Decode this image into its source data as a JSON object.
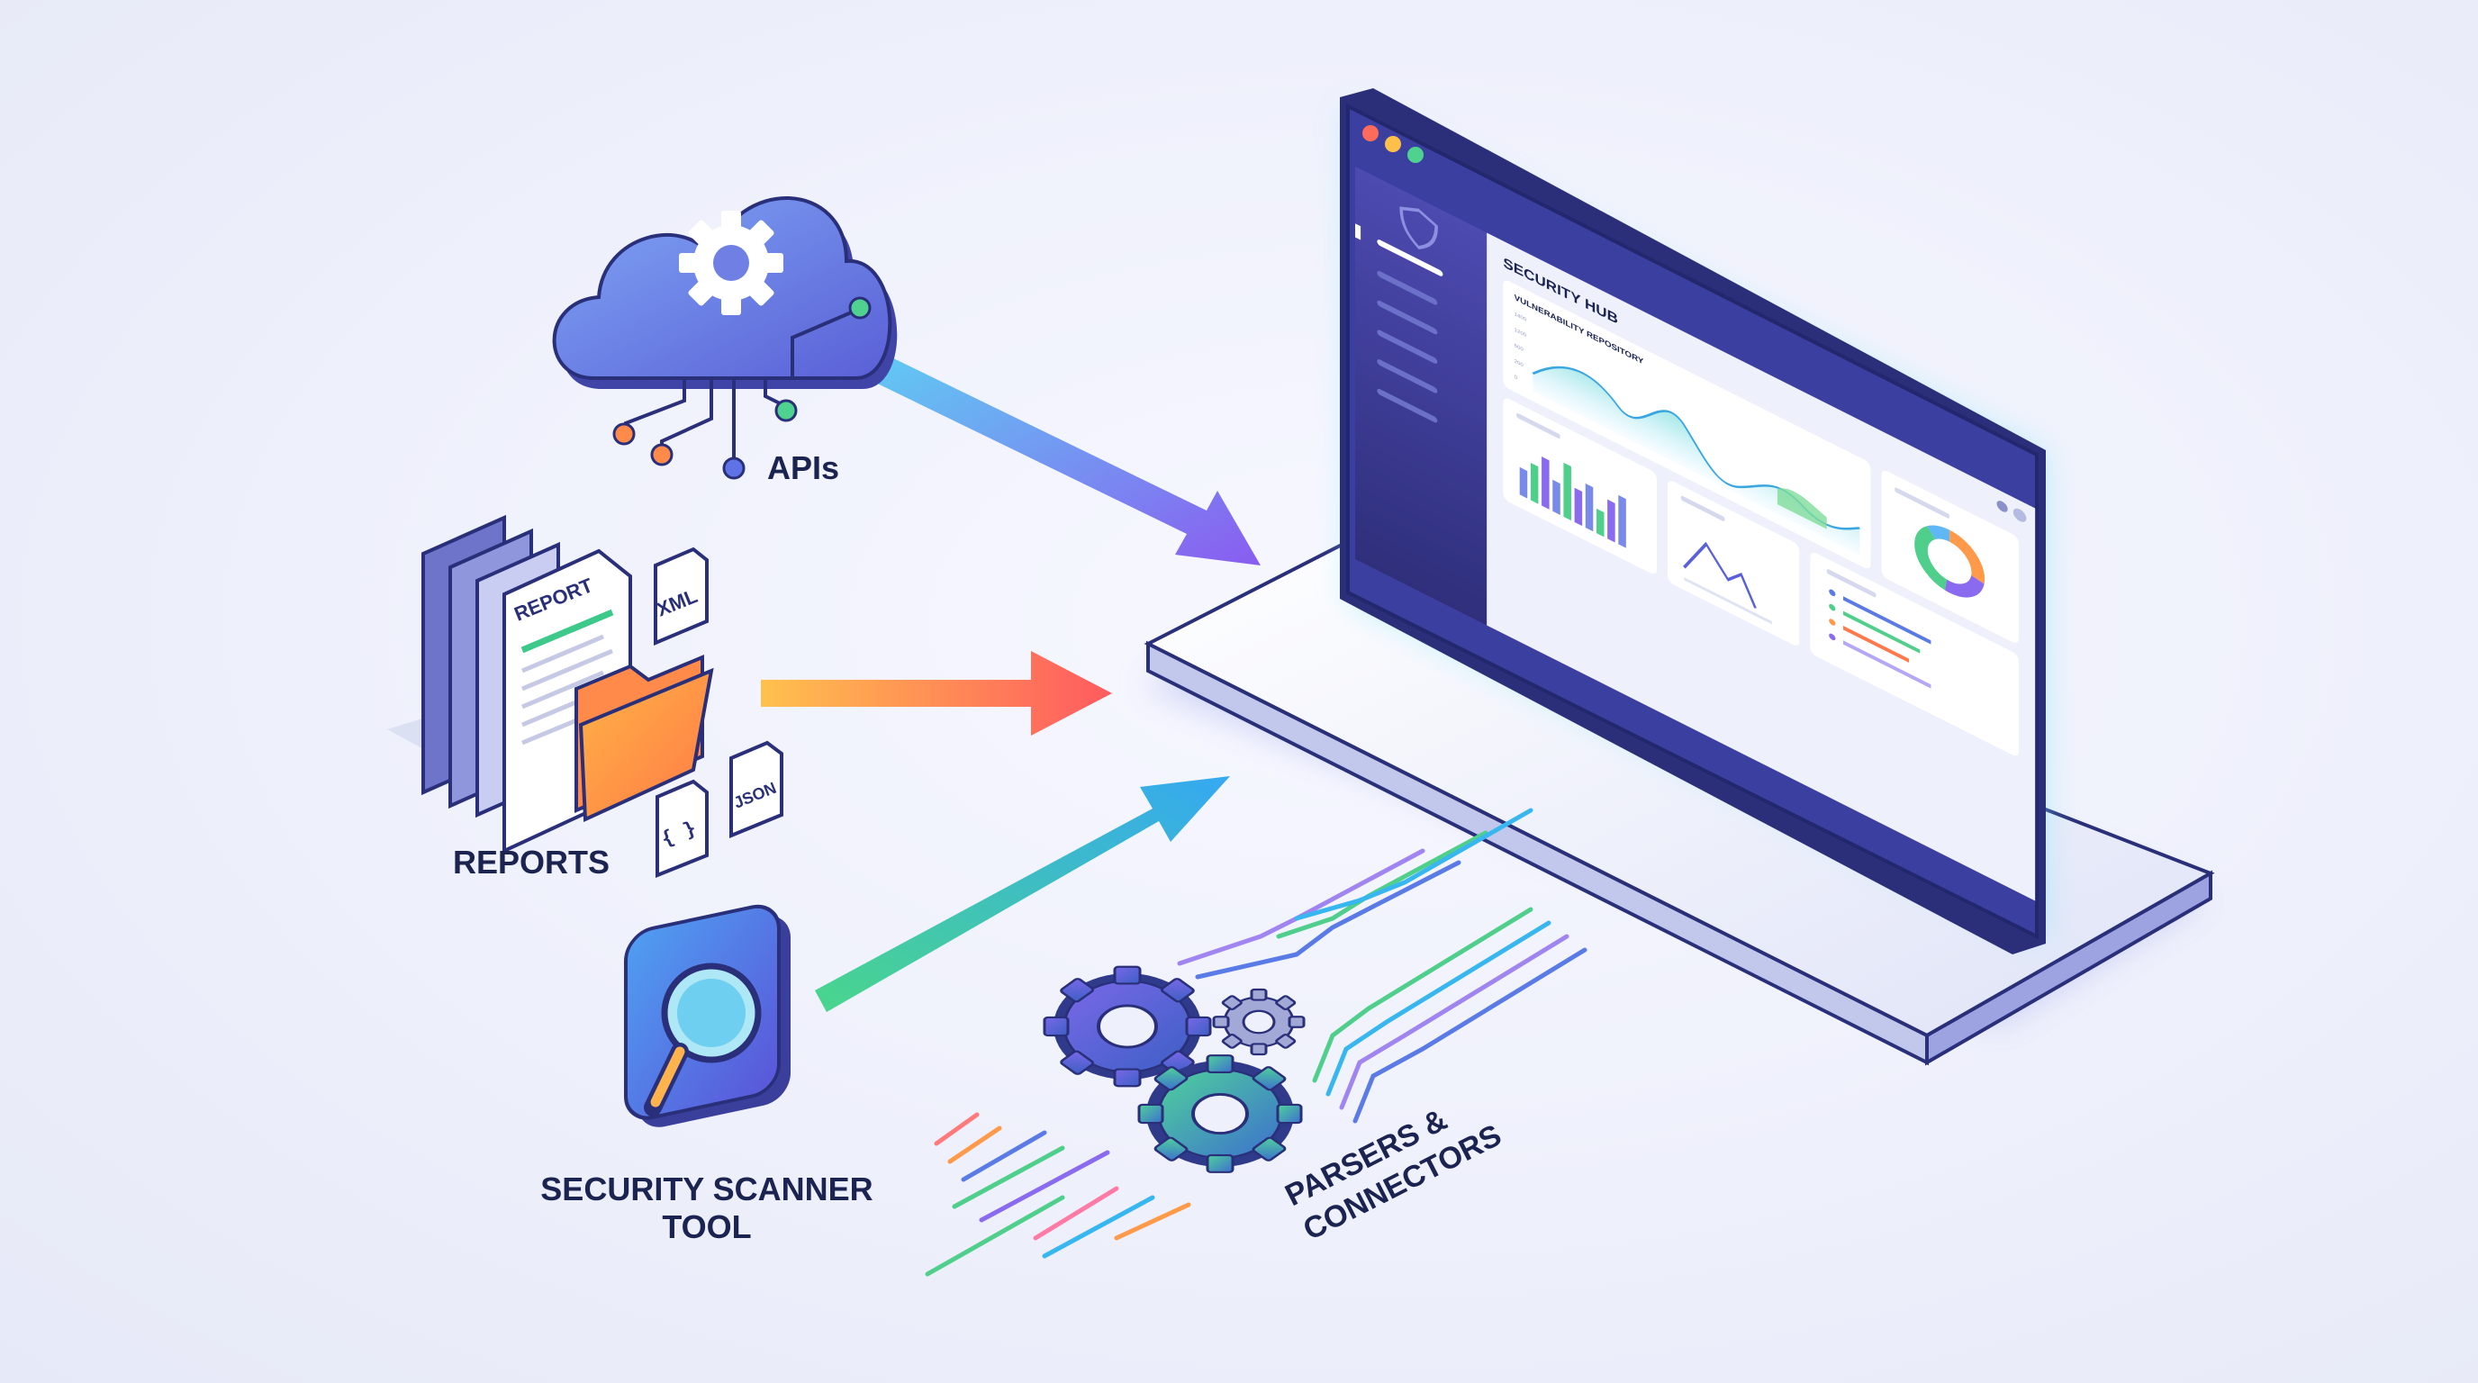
{
  "sources": {
    "apis": {
      "label": "APIs"
    },
    "reports": {
      "label": "REPORTS",
      "doc_label": "REPORT",
      "xml_tag": "XML",
      "json_tag": "JSON",
      "braces_tag": "{ }"
    },
    "scanner": {
      "label_line1": "SECURITY SCANNER",
      "label_line2": "TOOL"
    }
  },
  "parsers": {
    "label_line1": "PARSERS &",
    "label_line2": "CONNECTORS"
  },
  "dashboard": {
    "title": "SECURITY HUB",
    "panel_title": "VULNERABILITY REPOSITORY",
    "y_ticks": [
      "1400",
      "1200",
      "600",
      "200",
      "0"
    ]
  },
  "icons": {
    "cloud": "cloud-gear-icon",
    "documents": "documents-icon",
    "folder": "folder-icon",
    "scanner": "magnifier-icon",
    "gears": "gears-icon",
    "shield": "shield-icon"
  },
  "colors": {
    "primary": "#5563d6",
    "purple": "#8a5cf0",
    "orange": "#ff7a4a",
    "green": "#39cf8f",
    "cyan": "#38b6f0",
    "navy": "#1b2350"
  }
}
